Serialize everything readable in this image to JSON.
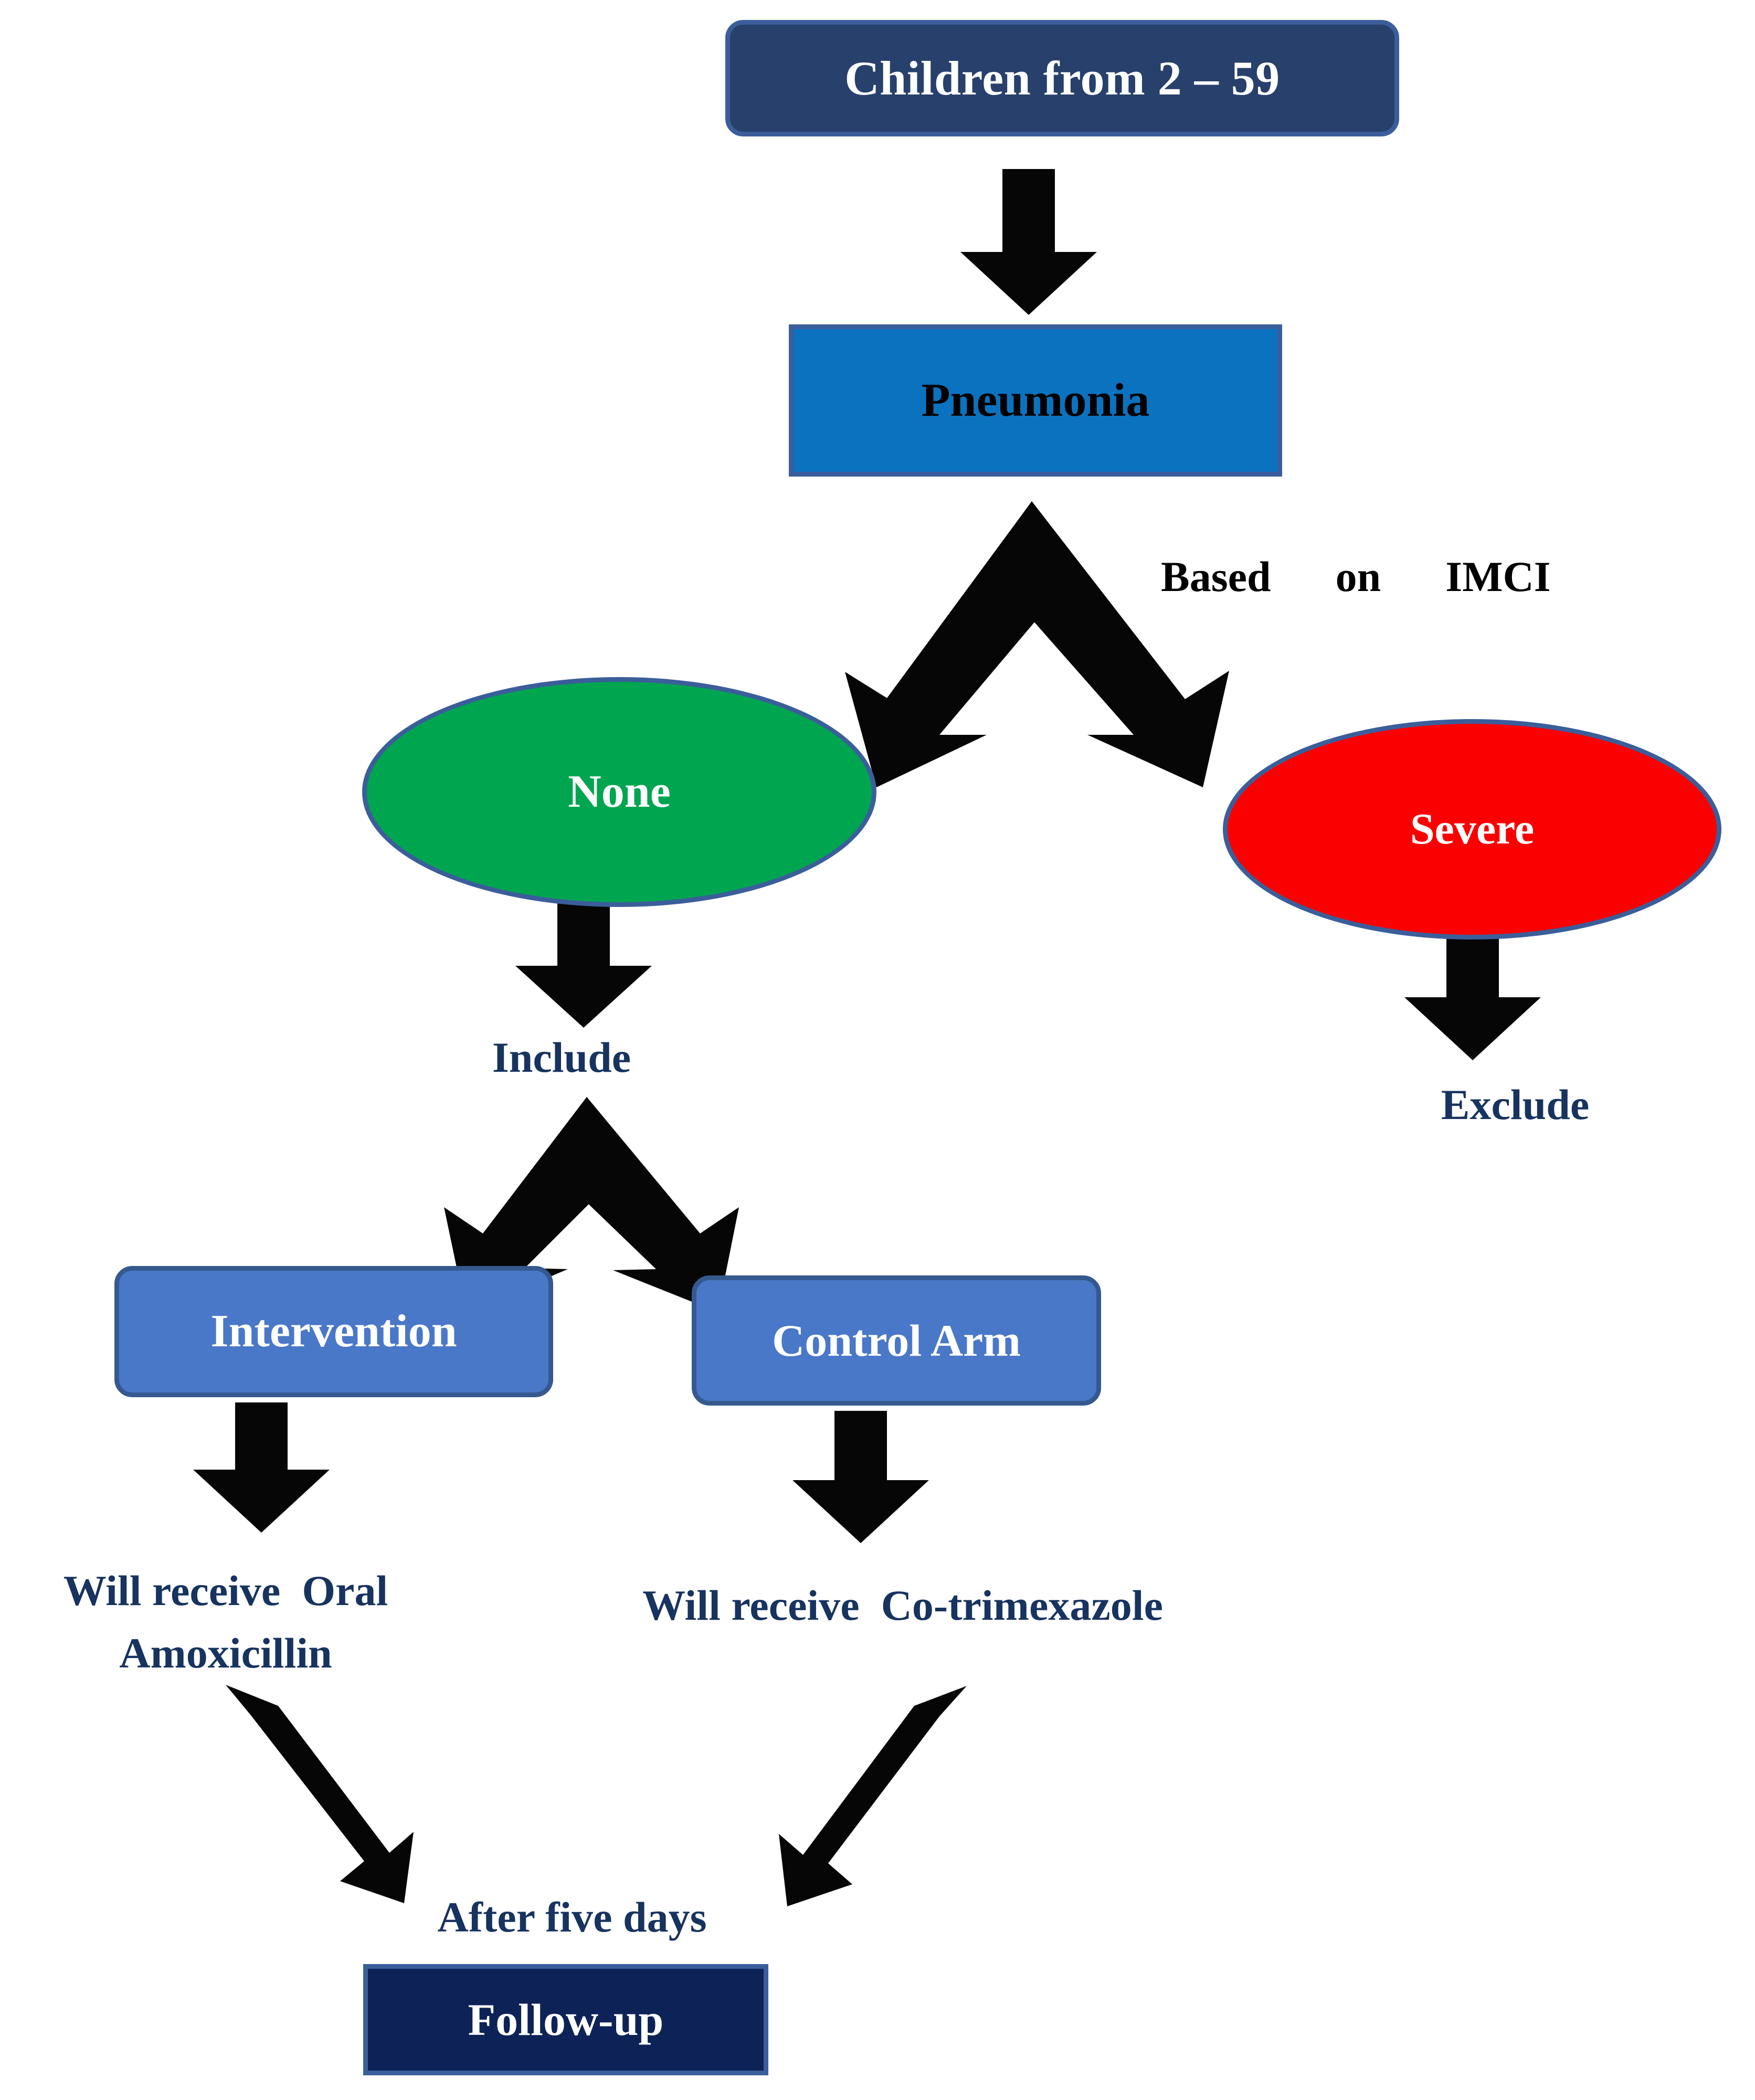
{
  "diagram": {
    "title": "Pneumonia trial enrollment and treatment flowchart",
    "colors": {
      "top_box_fill": "#27406c",
      "top_box_border": "#3b5e9b",
      "pneumonia_fill": "#0b72bf",
      "none_fill": "#00a550",
      "severe_fill": "#fa0000",
      "arm_fill": "#4a78c8",
      "followup_fill": "#0d2357",
      "navy_text": "#17335f",
      "arrow_black": "#000000",
      "white_text": "#ffffff",
      "black_text": "#000000"
    },
    "nodes": {
      "children": {
        "label": "Children from 2 – 59",
        "shape": "rounded-rect",
        "fill": "#27406c",
        "text_color": "#ffffff"
      },
      "pneumonia": {
        "label": "Pneumonia",
        "shape": "rect",
        "fill": "#0b72bf",
        "text_color": "#000000"
      },
      "none": {
        "label": "None",
        "shape": "ellipse",
        "fill": "#00a550",
        "text_color": "#ffffff"
      },
      "severe": {
        "label": "Severe",
        "shape": "ellipse",
        "fill": "#fa0000",
        "text_color": "#ffffff"
      },
      "intervention": {
        "label": "Intervention",
        "shape": "rounded-rect",
        "fill": "#4a78c8",
        "text_color": "#ffffff"
      },
      "control_arm": {
        "label": "Control Arm",
        "shape": "rounded-rect",
        "fill": "#4a78c8",
        "text_color": "#ffffff"
      },
      "followup": {
        "label": "Follow-up",
        "shape": "rect",
        "fill": "#0d2357",
        "text_color": "#ffffff"
      }
    },
    "labels": {
      "based_on_imci": "Based      on      IMCI",
      "include": "Include",
      "exclude": "Exclude",
      "oral_amoxicillin": "Will receive  Oral\nAmoxicillin",
      "cotrimexazole": "Will receive  Co-trimexazole",
      "after_five_days": "After five days"
    },
    "edges": [
      {
        "from": "children",
        "to": "pneumonia",
        "style": "block-arrow-down",
        "label": ""
      },
      {
        "from": "pneumonia",
        "to": "none",
        "style": "split-arrow-down-left",
        "label": "Based on IMCI"
      },
      {
        "from": "pneumonia",
        "to": "severe",
        "style": "split-arrow-down-right",
        "label": "Based on IMCI"
      },
      {
        "from": "none",
        "to": "include",
        "style": "block-arrow-down",
        "label": ""
      },
      {
        "from": "severe",
        "to": "exclude",
        "style": "block-arrow-down",
        "label": ""
      },
      {
        "from": "include",
        "to": "intervention",
        "style": "split-arrow-down-left",
        "label": ""
      },
      {
        "from": "include",
        "to": "control_arm",
        "style": "split-arrow-down-right",
        "label": ""
      },
      {
        "from": "intervention",
        "to": "oral_amoxicillin",
        "style": "block-arrow-down",
        "label": ""
      },
      {
        "from": "control_arm",
        "to": "cotrimexazole",
        "style": "block-arrow-down",
        "label": ""
      },
      {
        "from": "oral_amoxicillin",
        "to": "after_five_days",
        "style": "diagonal-arrow-down-right",
        "label": ""
      },
      {
        "from": "cotrimexazole",
        "to": "after_five_days",
        "style": "diagonal-arrow-down-left",
        "label": ""
      },
      {
        "from": "after_five_days",
        "to": "followup",
        "style": "adjacent",
        "label": ""
      }
    ]
  }
}
